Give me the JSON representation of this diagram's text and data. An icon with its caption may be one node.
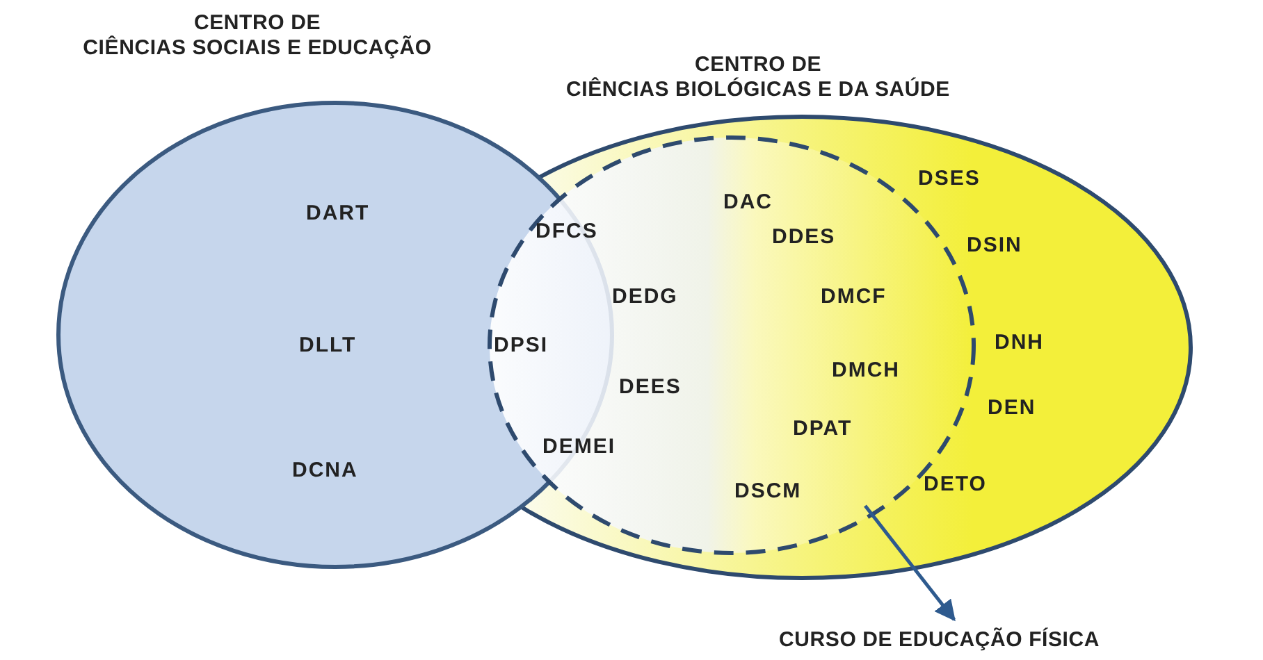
{
  "diagram": {
    "nodes": [
      {
        "text": [
          "CENTRO DE CIÊNCIAS SOCIAIS E EDUCAÇÃO"
        ]
      },
      {
        "text": [
          "CENTRO DE CIÊNCIAS BIOLÓGICAS E DA SAÚDE"
        ]
      },
      {
        "text": [],
        "shape": "circle",
        "in": 1
      },
      {
        "text": [
          "CURSO DE EDUCAÇÃO FÍSICA"
        ]
      }
    ],
    "edges": [
      {
        "from": 2,
        "to": 3,
        "arrow": "to"
      }
    ],
    "labels": [
      "DART",
      "DLLT",
      "DCNA",
      "DFCS",
      "DEDG",
      "DPSI",
      "DEES",
      "DEMEI",
      "DAC",
      "DDES",
      "DMCF",
      "DMCH",
      "DPAT",
      "DSCM",
      "DSES",
      "DSIN",
      "DNH",
      "DEN",
      "DETO"
    ]
  }
}
